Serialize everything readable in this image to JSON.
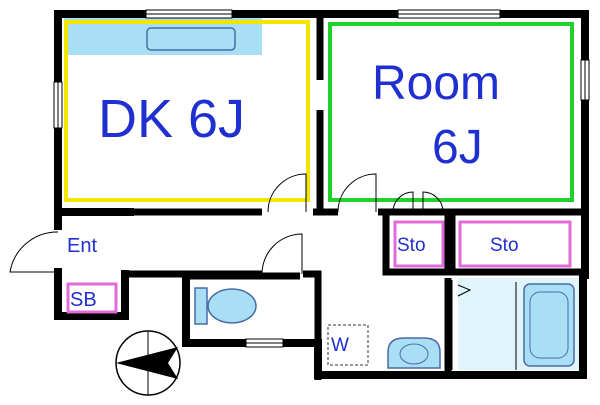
{
  "rooms": {
    "dk": {
      "label": "DK 6J",
      "accent": "#f2e600"
    },
    "room": {
      "line1": "Room",
      "line2": "6J",
      "accent": "#22d02a"
    },
    "entrance": {
      "label": "Ent"
    },
    "shoe_box": {
      "label": "SB",
      "accent": "#e06cd8"
    },
    "storage_left": {
      "label": "Sto",
      "accent": "#e06cd8"
    },
    "storage_right": {
      "label": "Sto",
      "accent": "#e06cd8"
    },
    "washer": {
      "label": "W"
    }
  },
  "colors": {
    "wall": "#000000",
    "text": "#1f2fd0",
    "fixture_fill": "#a9dff5",
    "fixture_stroke": "#4a6aa8",
    "bath_floor": "#dff4fb"
  },
  "icons": [
    "compass-icon",
    "toilet-icon",
    "sink-icon",
    "bathtub-icon",
    "kitchen-counter-icon"
  ]
}
